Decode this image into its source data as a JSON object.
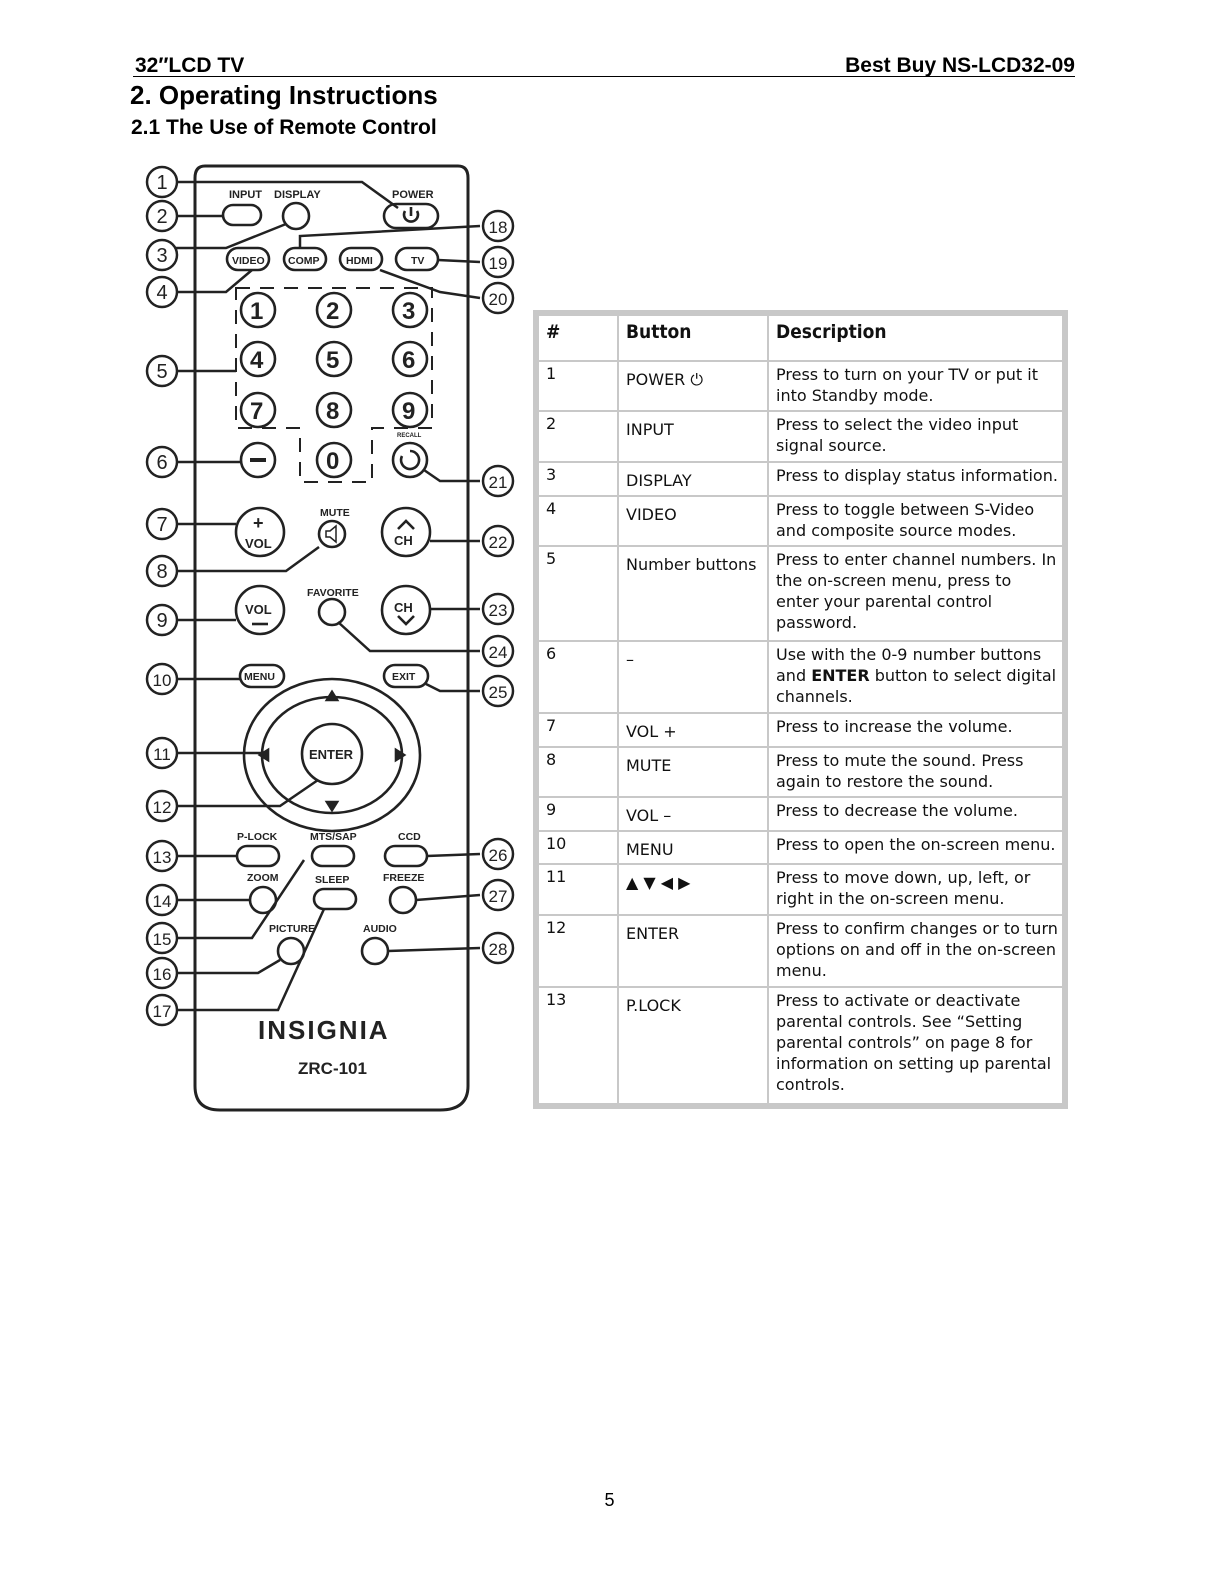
{
  "header": {
    "left": "32″LCD TV",
    "right": "Best Buy NS-LCD32-09"
  },
  "section_title": "2. Operating Instructions",
  "subsection_title": "2.1 The Use of Remote Control",
  "page_number": "5",
  "remote": {
    "brand": "INSIGNIA",
    "model": "ZRC-101",
    "labels": {
      "input": "INPUT",
      "display": "DISPLAY",
      "power": "POWER",
      "video": "VIDEO",
      "comp": "COMP",
      "hdmi": "HDMI",
      "tv": "TV",
      "recall": "RECALL",
      "mute": "MUTE",
      "vol": "VOL",
      "ch": "CH",
      "favorite": "FAVORITE",
      "menu": "MENU",
      "exit": "EXIT",
      "enter": "ENTER",
      "plock": "P-LOCK",
      "mtssap": "MTS/SAP",
      "ccd": "CCD",
      "zoom": "ZOOM",
      "sleep": "SLEEP",
      "freeze": "FREEZE",
      "picture": "PICTURE",
      "audio": "AUDIO"
    },
    "digits": [
      "1",
      "2",
      "3",
      "4",
      "5",
      "6",
      "7",
      "8",
      "9",
      "0"
    ],
    "callouts": [
      "1",
      "2",
      "3",
      "4",
      "5",
      "6",
      "7",
      "8",
      "9",
      "10",
      "11",
      "12",
      "13",
      "14",
      "15",
      "16",
      "17",
      "18",
      "19",
      "20",
      "21",
      "22",
      "23",
      "24",
      "25",
      "26",
      "27",
      "28"
    ]
  },
  "table": {
    "headers": [
      "#",
      "Button",
      "Description"
    ],
    "rows": [
      {
        "num": "1",
        "button": "POWER ⏻",
        "description": "Press to turn on your TV or put it into Standby mode."
      },
      {
        "num": "2",
        "button": "INPUT",
        "description": "Press to select the video input signal source."
      },
      {
        "num": "3",
        "button": "DISPLAY",
        "description": "Press to display status information."
      },
      {
        "num": "4",
        "button": "VIDEO",
        "description": "Press to toggle between S-Video and composite source modes."
      },
      {
        "num": "5",
        "button": "Number buttons",
        "description": "Press to enter channel numbers. In the on-screen menu, press to enter your parental control password."
      },
      {
        "num": "6",
        "button": "–",
        "description_pre": "Use with the 0-9 number buttons and ",
        "description_bold": "ENTER",
        "description_post": " button to select digital channels."
      },
      {
        "num": "7",
        "button": "VOL +",
        "description": "Press to increase the volume."
      },
      {
        "num": "8",
        "button": "MUTE",
        "description": "Press to mute the sound. Press again to restore the sound."
      },
      {
        "num": "9",
        "button": "VOL –",
        "description": "Press to decrease the volume."
      },
      {
        "num": "10",
        "button": "MENU",
        "description": "Press to open the on-screen menu."
      },
      {
        "num": "11",
        "button": "▲ ▼ ◀ ▶",
        "description": "Press to move down, up, left, or right in the on-screen menu."
      },
      {
        "num": "12",
        "button": "ENTER",
        "description": "Press to confirm changes or to turn options on and off in the on-screen menu."
      },
      {
        "num": "13",
        "button": "P.LOCK",
        "description": "Press to activate or deactivate parental controls. See “Setting parental controls” on page 8 for information on setting up parental controls."
      }
    ]
  }
}
